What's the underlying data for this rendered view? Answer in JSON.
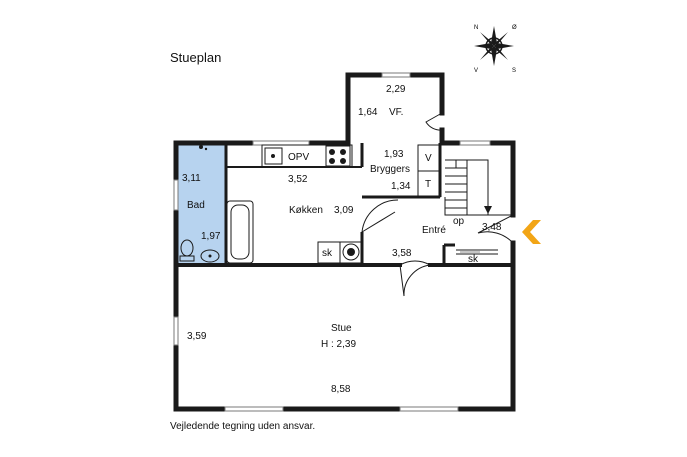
{
  "title": "Stueplan",
  "disclaimer": "Vejledende tegning uden ansvar.",
  "compass": {
    "n": "N",
    "ne": "Ø",
    "sw": "V",
    "s": "S"
  },
  "colors": {
    "bathroom": "#b7d3ef",
    "entrance_arrow": "#f2a516",
    "wall": "#1a1a1a"
  },
  "rooms": {
    "vf": {
      "name": "VF.",
      "width": "2,29",
      "depth": "1,64"
    },
    "bad": {
      "name": "Bad",
      "width": "3,11",
      "depth": "1,97"
    },
    "kokken": {
      "name": "Køkken",
      "width": "3,52",
      "depth": "3,09"
    },
    "bryggers": {
      "name": "Bryggers",
      "width": "1,93",
      "depth": "1,34"
    },
    "entre": {
      "name": "Entré",
      "width": "3,48",
      "depth": "3,58"
    },
    "stue": {
      "name": "Stue",
      "height": "H : 2,39",
      "width": "8,58",
      "depth": "3,59"
    }
  },
  "fixtures": {
    "opv": "OPV",
    "sk_kitchen": "sk",
    "sk_entrance": "sk",
    "stairs_up": "op",
    "v": "V",
    "t": "T"
  }
}
